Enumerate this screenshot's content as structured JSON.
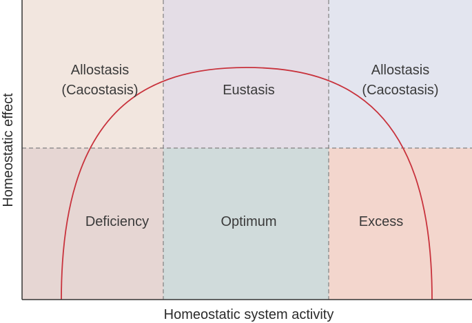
{
  "axes": {
    "x_label": "Homeostatic system activity",
    "y_label": "Homeostatic effect"
  },
  "regions": {
    "top_left": {
      "line1": "Allostasis",
      "line2": "(Cacostasis)"
    },
    "top_middle": {
      "label": "Eustasis"
    },
    "top_right": {
      "line1": "Allostasis",
      "line2": "(Cacostasis)"
    },
    "bottom_left": {
      "label": "Deficiency"
    },
    "bottom_middle": {
      "label": "Optimum"
    },
    "bottom_right": {
      "label": "Excess"
    }
  },
  "colors": {
    "top_left": "#f2e6df",
    "top_middle": "#e4dde6",
    "top_right": "#e3e5ef",
    "bottom_left": "#e6d6d3",
    "bottom_middle": "#d0dbdb",
    "bottom_right": "#f3d6cd",
    "curve": "#c8323c",
    "divider": "#808080",
    "axis": "#333333"
  }
}
